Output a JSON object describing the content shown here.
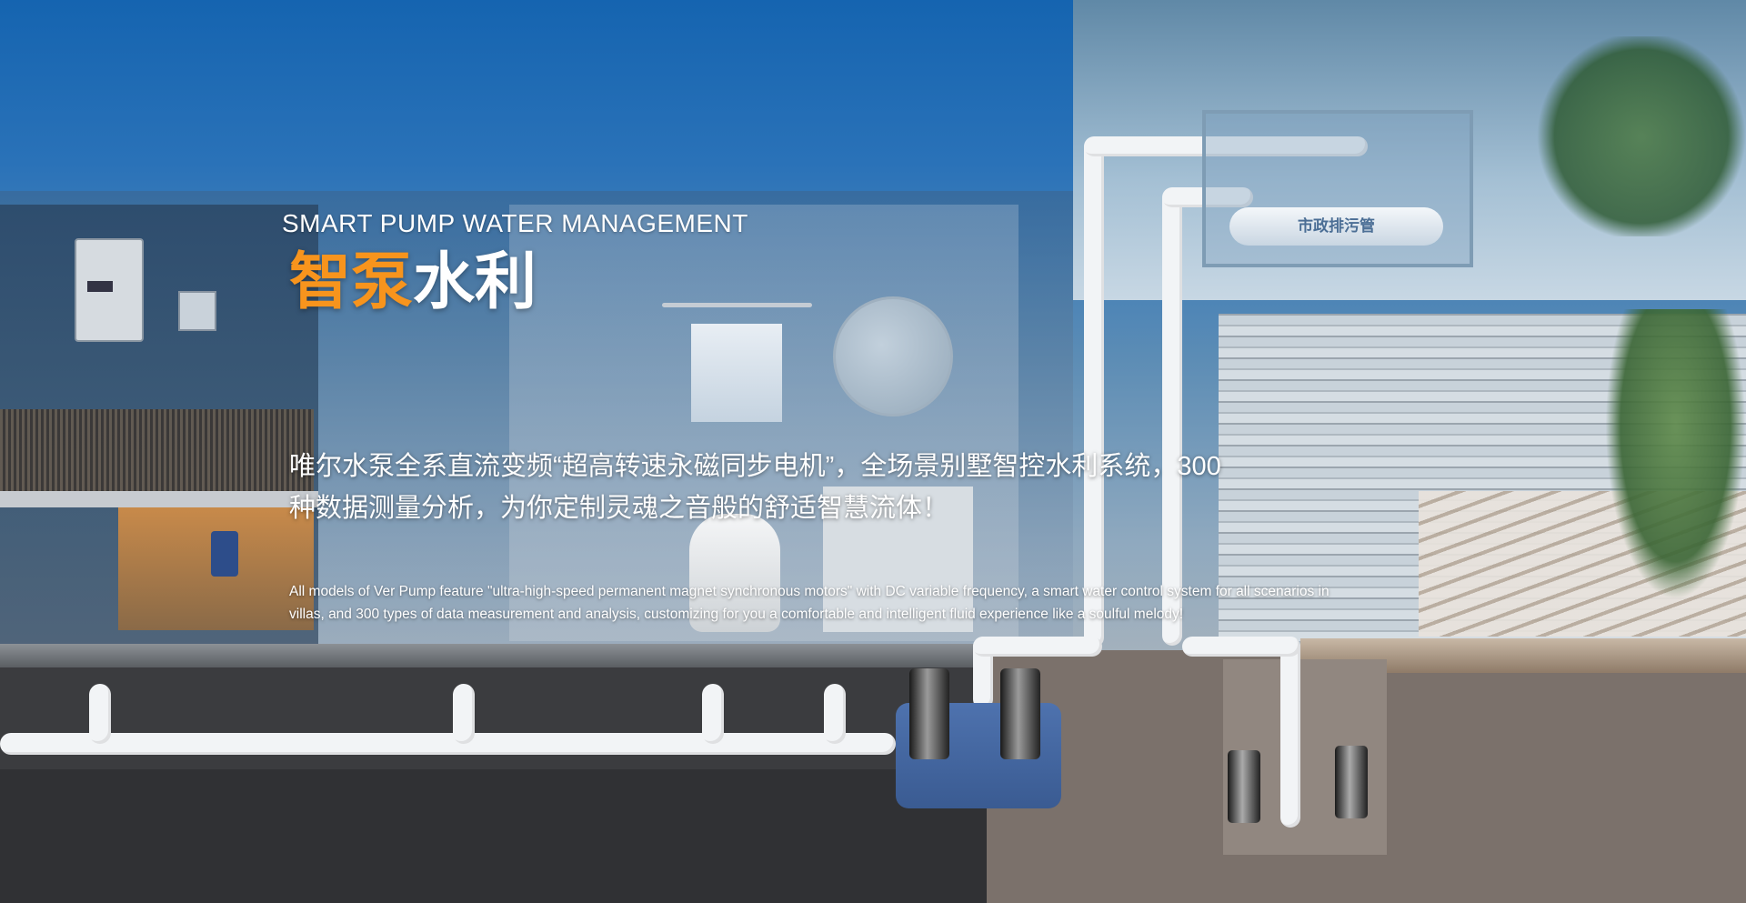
{
  "hero": {
    "eyebrow": "SMART PUMP WATER MANAGEMENT",
    "headline_accent": "智泵",
    "headline_rest": "水利",
    "description_cn_line1": "唯尔水泵全系直流变频“超高转速永磁同步电机”，全场景别墅智控水利系统，300",
    "description_cn_line2": "种数据测量分析，为你定制灵魂之音般的舒适智慧流体！",
    "description_en_line1": "All models of Ver Pump feature \"ultra-high-speed permanent magnet synchronous motors\" with DC variable frequency, a smart water control system for all scenarios in",
    "description_en_line2": "villas, and 300 types of data measurement and analysis, customizing for you a comfortable and intelligent fluid experience like a soulful melody!"
  },
  "scene": {
    "sewer_label": "市政排污管"
  },
  "colors": {
    "accent": "#f7941d",
    "text": "#ffffff",
    "sky_top": "#1564b0"
  }
}
